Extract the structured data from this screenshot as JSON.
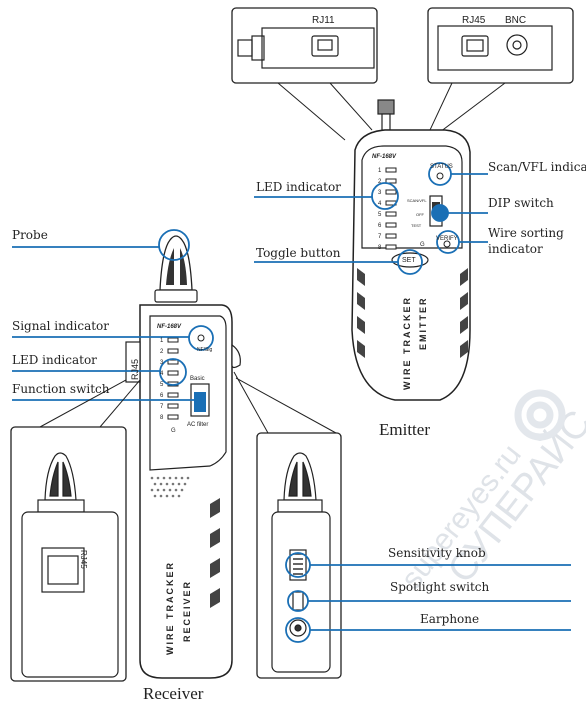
{
  "labels": {
    "probe": "Probe",
    "signal_indicator": "Signal indicator",
    "led_indicator_receiver": "LED indicator",
    "function_switch": "Function switch",
    "led_indicator_emitter": "LED indicator",
    "toggle_button": "Toggle  button",
    "scan_vfl_indicator": "Scan/VFL indicator",
    "dip_switch": "DIP switch",
    "wire_sorting_1": "Wire sorting",
    "wire_sorting_2": "indicator",
    "sensitivity_knob": "Sensitivity knob",
    "spotlight_switch": "Spotlight switch",
    "earphone": "Earphone"
  },
  "titles": {
    "emitter": "Emitter",
    "receiver": "Receiver"
  },
  "callouts": {
    "rj11": "RJ11",
    "rj45_top": "RJ45",
    "bnc": "BNC",
    "rj45_side": "RJ45",
    "rj45_detail": "RJ45"
  },
  "device_text": {
    "model": "NF-168V",
    "emitter_name_1": "WIRE TRACKER",
    "emitter_name_2": "EMITTER",
    "receiver_name_1": "WIRE TRACKER",
    "receiver_name_2": "RECEIVER",
    "status": "STATUS",
    "verify": "VERIFY",
    "set": "SET",
    "scan_vfl": "SCAN/VFL",
    "off": "OFF",
    "test": "TEST",
    "basic": "Basic",
    "ac_filter": "AC filter",
    "nf_sig": "NF/Sig",
    "g": "G",
    "led_numbers": [
      "1",
      "2",
      "3",
      "4",
      "5",
      "6",
      "7",
      "8"
    ]
  },
  "watermark": {
    "line1": "supereyes.ru",
    "line2": "СУПЕРАЙС"
  },
  "colors": {
    "highlight": "#1a6fb5",
    "outline": "#222222"
  }
}
